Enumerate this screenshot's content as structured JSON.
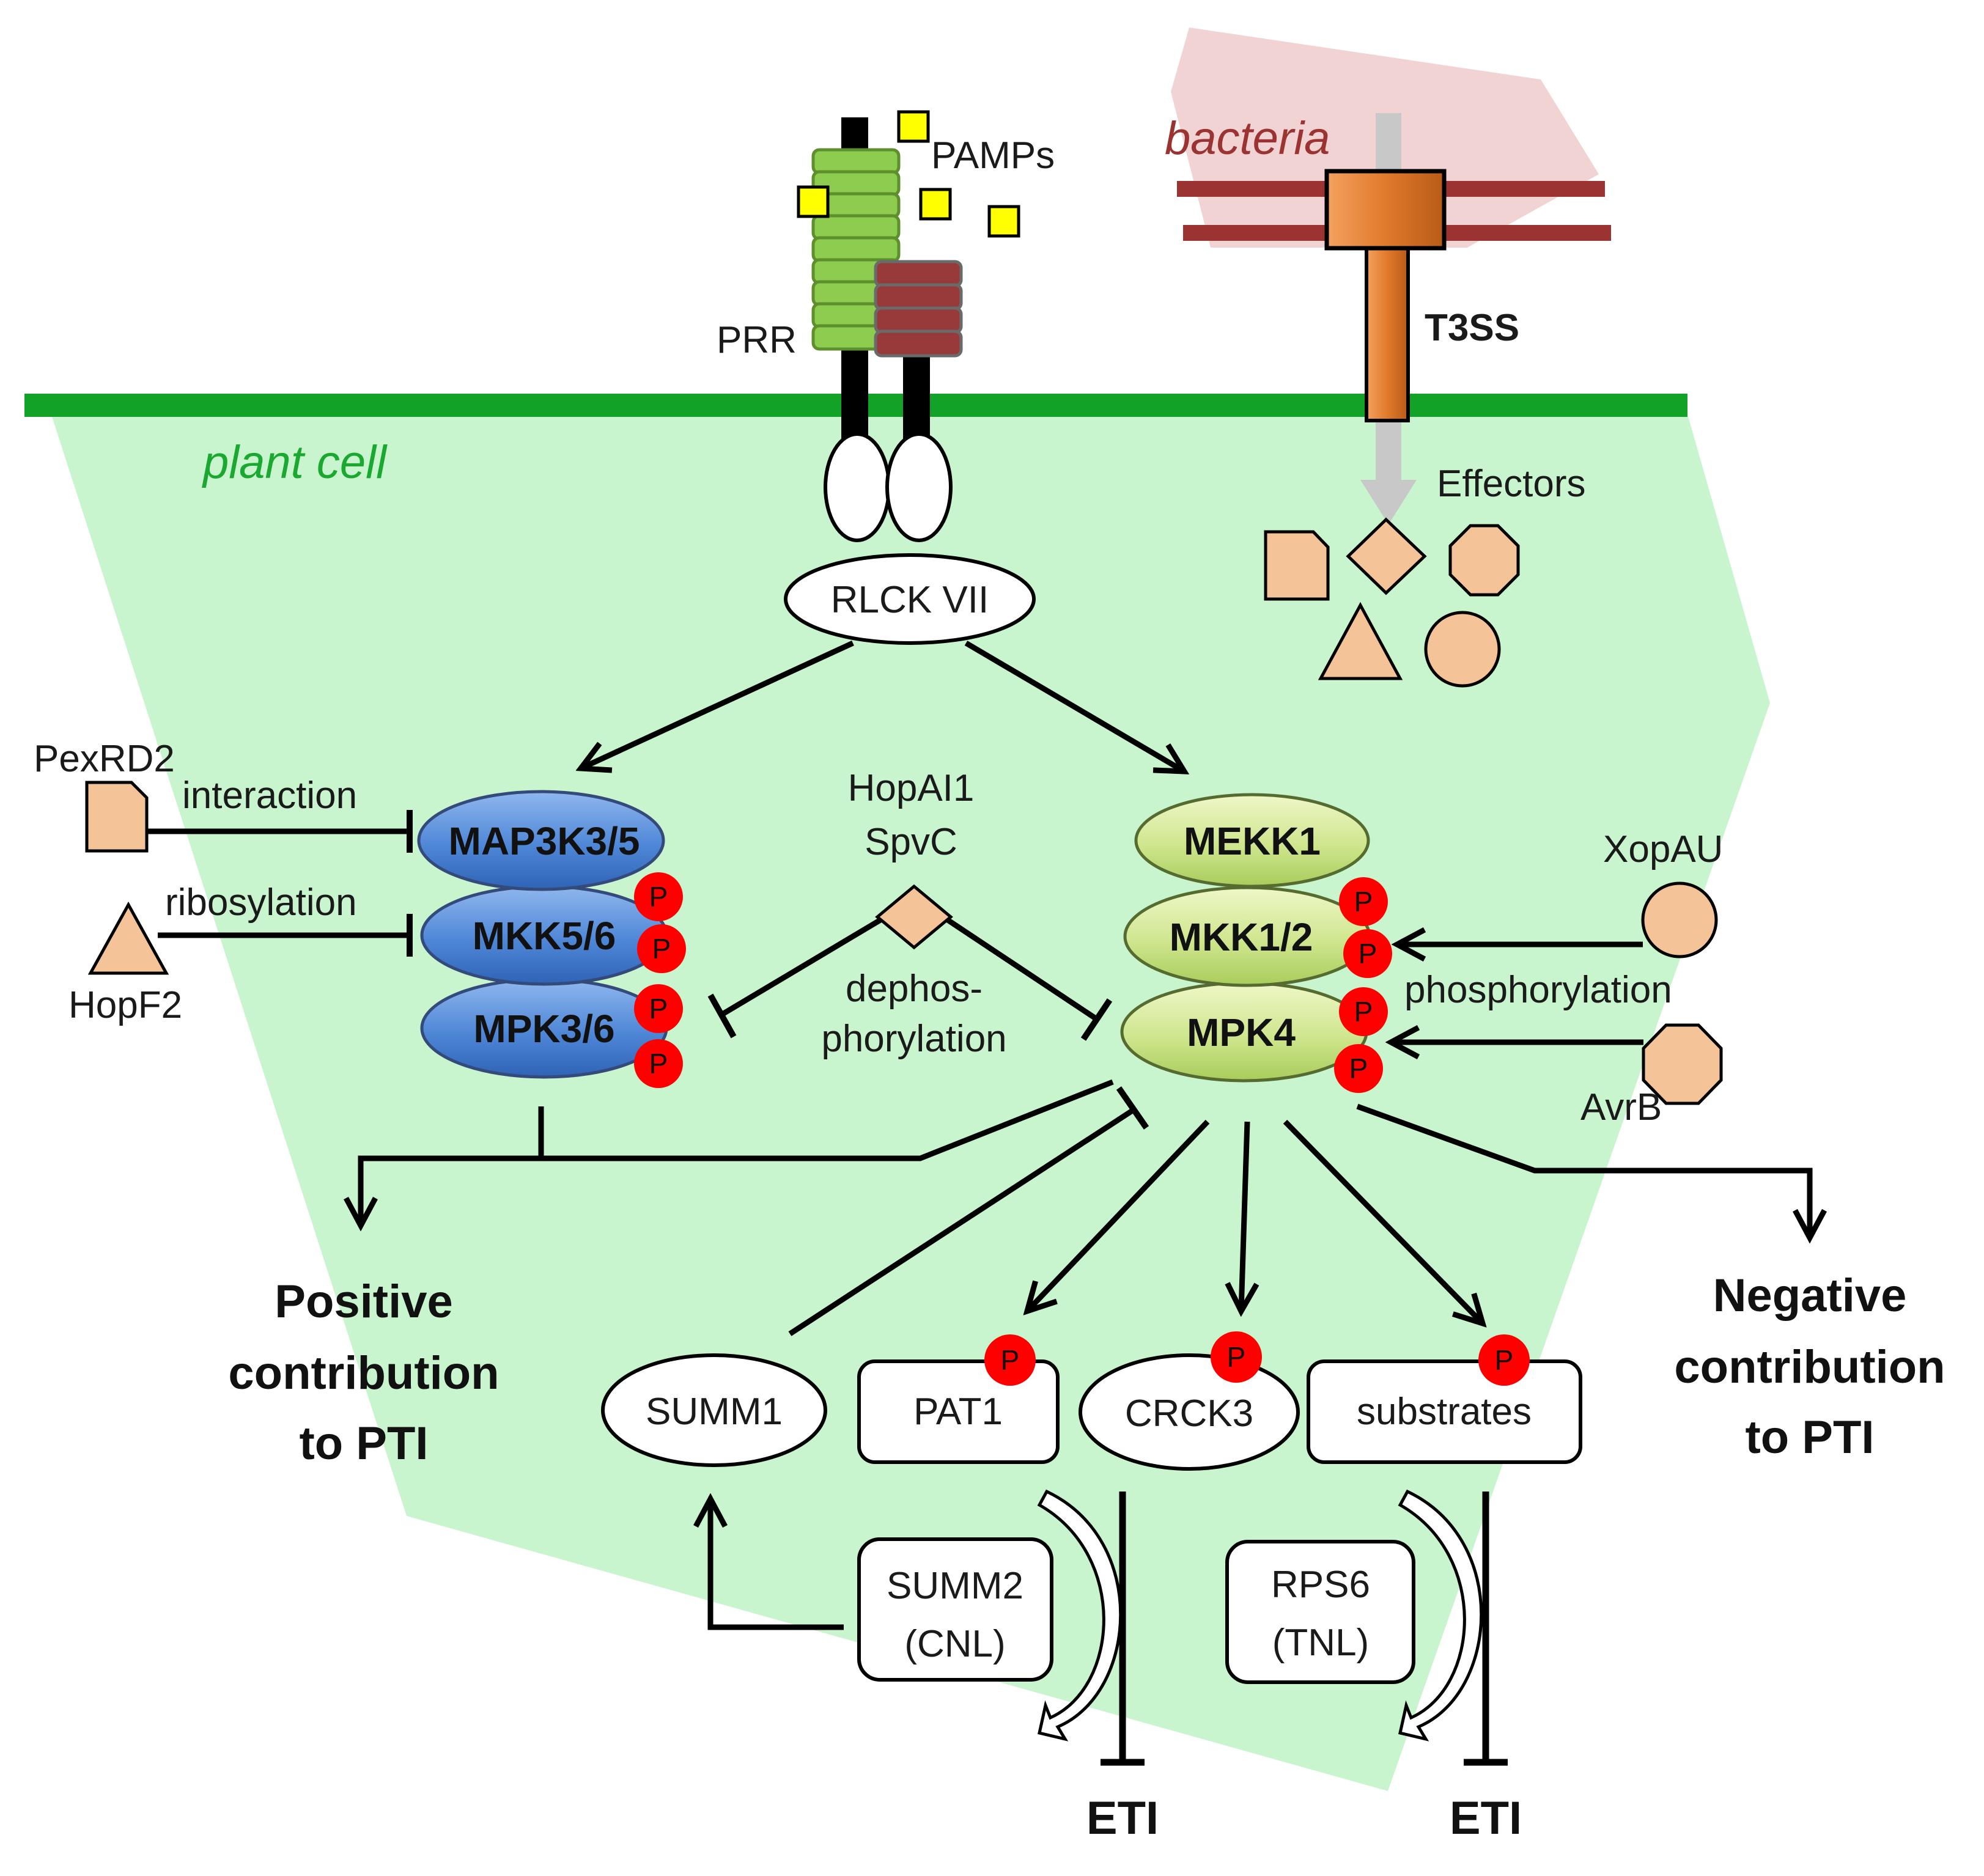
{
  "labels": {
    "pamps": "PAMPs",
    "prr": "PRR",
    "bacteria": "bacteria",
    "t3ss": "T3SS",
    "plant_cell": "plant cell",
    "effectors": "Effectors",
    "rlck": "RLCK VII",
    "pexrd2": "PexRD2",
    "interaction": "interaction",
    "ribosylation": "ribosylation",
    "hopf2": "HopF2",
    "hopai1": "HopAI1",
    "spvc": "SpvC",
    "dephos_1": "dephos-",
    "dephos_2": "phorylation",
    "xopau": "XopAU",
    "phosphorylation": "phosphorylation",
    "avrb": "AvrB",
    "p": "P"
  },
  "kinases_left": {
    "map3k": "MAP3K3/5",
    "mkk": "MKK5/6",
    "mpk": "MPK3/6"
  },
  "kinases_right": {
    "mekk": "MEKK1",
    "mkk": "MKK1/2",
    "mpk": "MPK4"
  },
  "outcomes": {
    "positive_1": "Positive",
    "positive_2": "contribution",
    "positive_3": "to PTI",
    "negative_1": "Negative",
    "negative_2": "contribution",
    "negative_3": "to PTI",
    "eti_1": "ETI",
    "eti_2": "ETI"
  },
  "substrates": {
    "summ1": "SUMM1",
    "pat1": "PAT1",
    "crck3": "CRCK3",
    "substrates": "substrates"
  },
  "nlrs": {
    "summ2_1": "SUMM2",
    "summ2_2": "(CNL)",
    "rps6_1": "RPS6",
    "rps6_2": "(TNL)"
  },
  "colors": {
    "cell_fill": "#c8f5cd",
    "membrane": "#12a228",
    "bacteria_fill": "#f2d3d3",
    "bacteria_membrane": "#9b3333",
    "prr_green": "#8dcc4e",
    "prr_red": "#983a3a",
    "pamp_yellow": "#ffff00",
    "t3ss_orange": "#e07a2b",
    "effector_fill": "#f5c398",
    "left_kinase_blue": "#4f87d7",
    "right_kinase_green": "#cfe68e",
    "phospho_red": "#ff0000",
    "plant_cell_text": "#1aa830",
    "bacteria_text": "#9b3333"
  }
}
